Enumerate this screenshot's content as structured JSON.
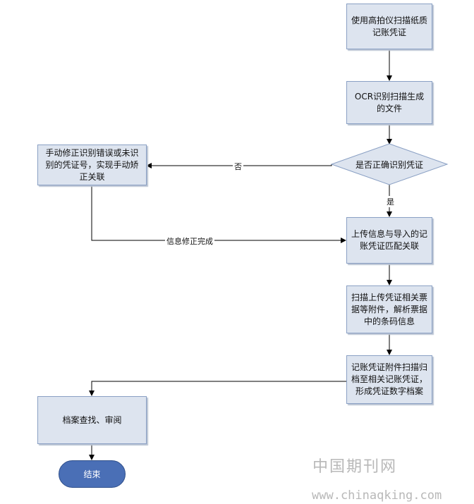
{
  "nodes": {
    "scan": "使用高拍仪扫描纸质记账凭证",
    "ocr": "OCR识别扫描生成的文件",
    "decision": "是否正确识别凭证",
    "manual": "手动修正识别错误或未识别的凭证号，实现手动矫正关联",
    "upload": "上传信息与导入的记账凭证匹配关联",
    "attach": "扫描上传凭证相关票据等附件，解析票据中的条码信息",
    "archive": "记账凭证附件扫描归档至相关记账凭证，形成凭证数字档案",
    "review": "档案查找、审阅",
    "end": "结束"
  },
  "edges": {
    "no": "否",
    "yes": "是",
    "fixed": "信息修正完成"
  },
  "watermark": {
    "cn": "中国期刊网",
    "url": "www.chinaqking.com"
  },
  "colors": {
    "box_fill": "#dde4ef",
    "box_border": "#8aa0c4",
    "terminal_fill": "#4a6fb6",
    "line": "#000000"
  }
}
